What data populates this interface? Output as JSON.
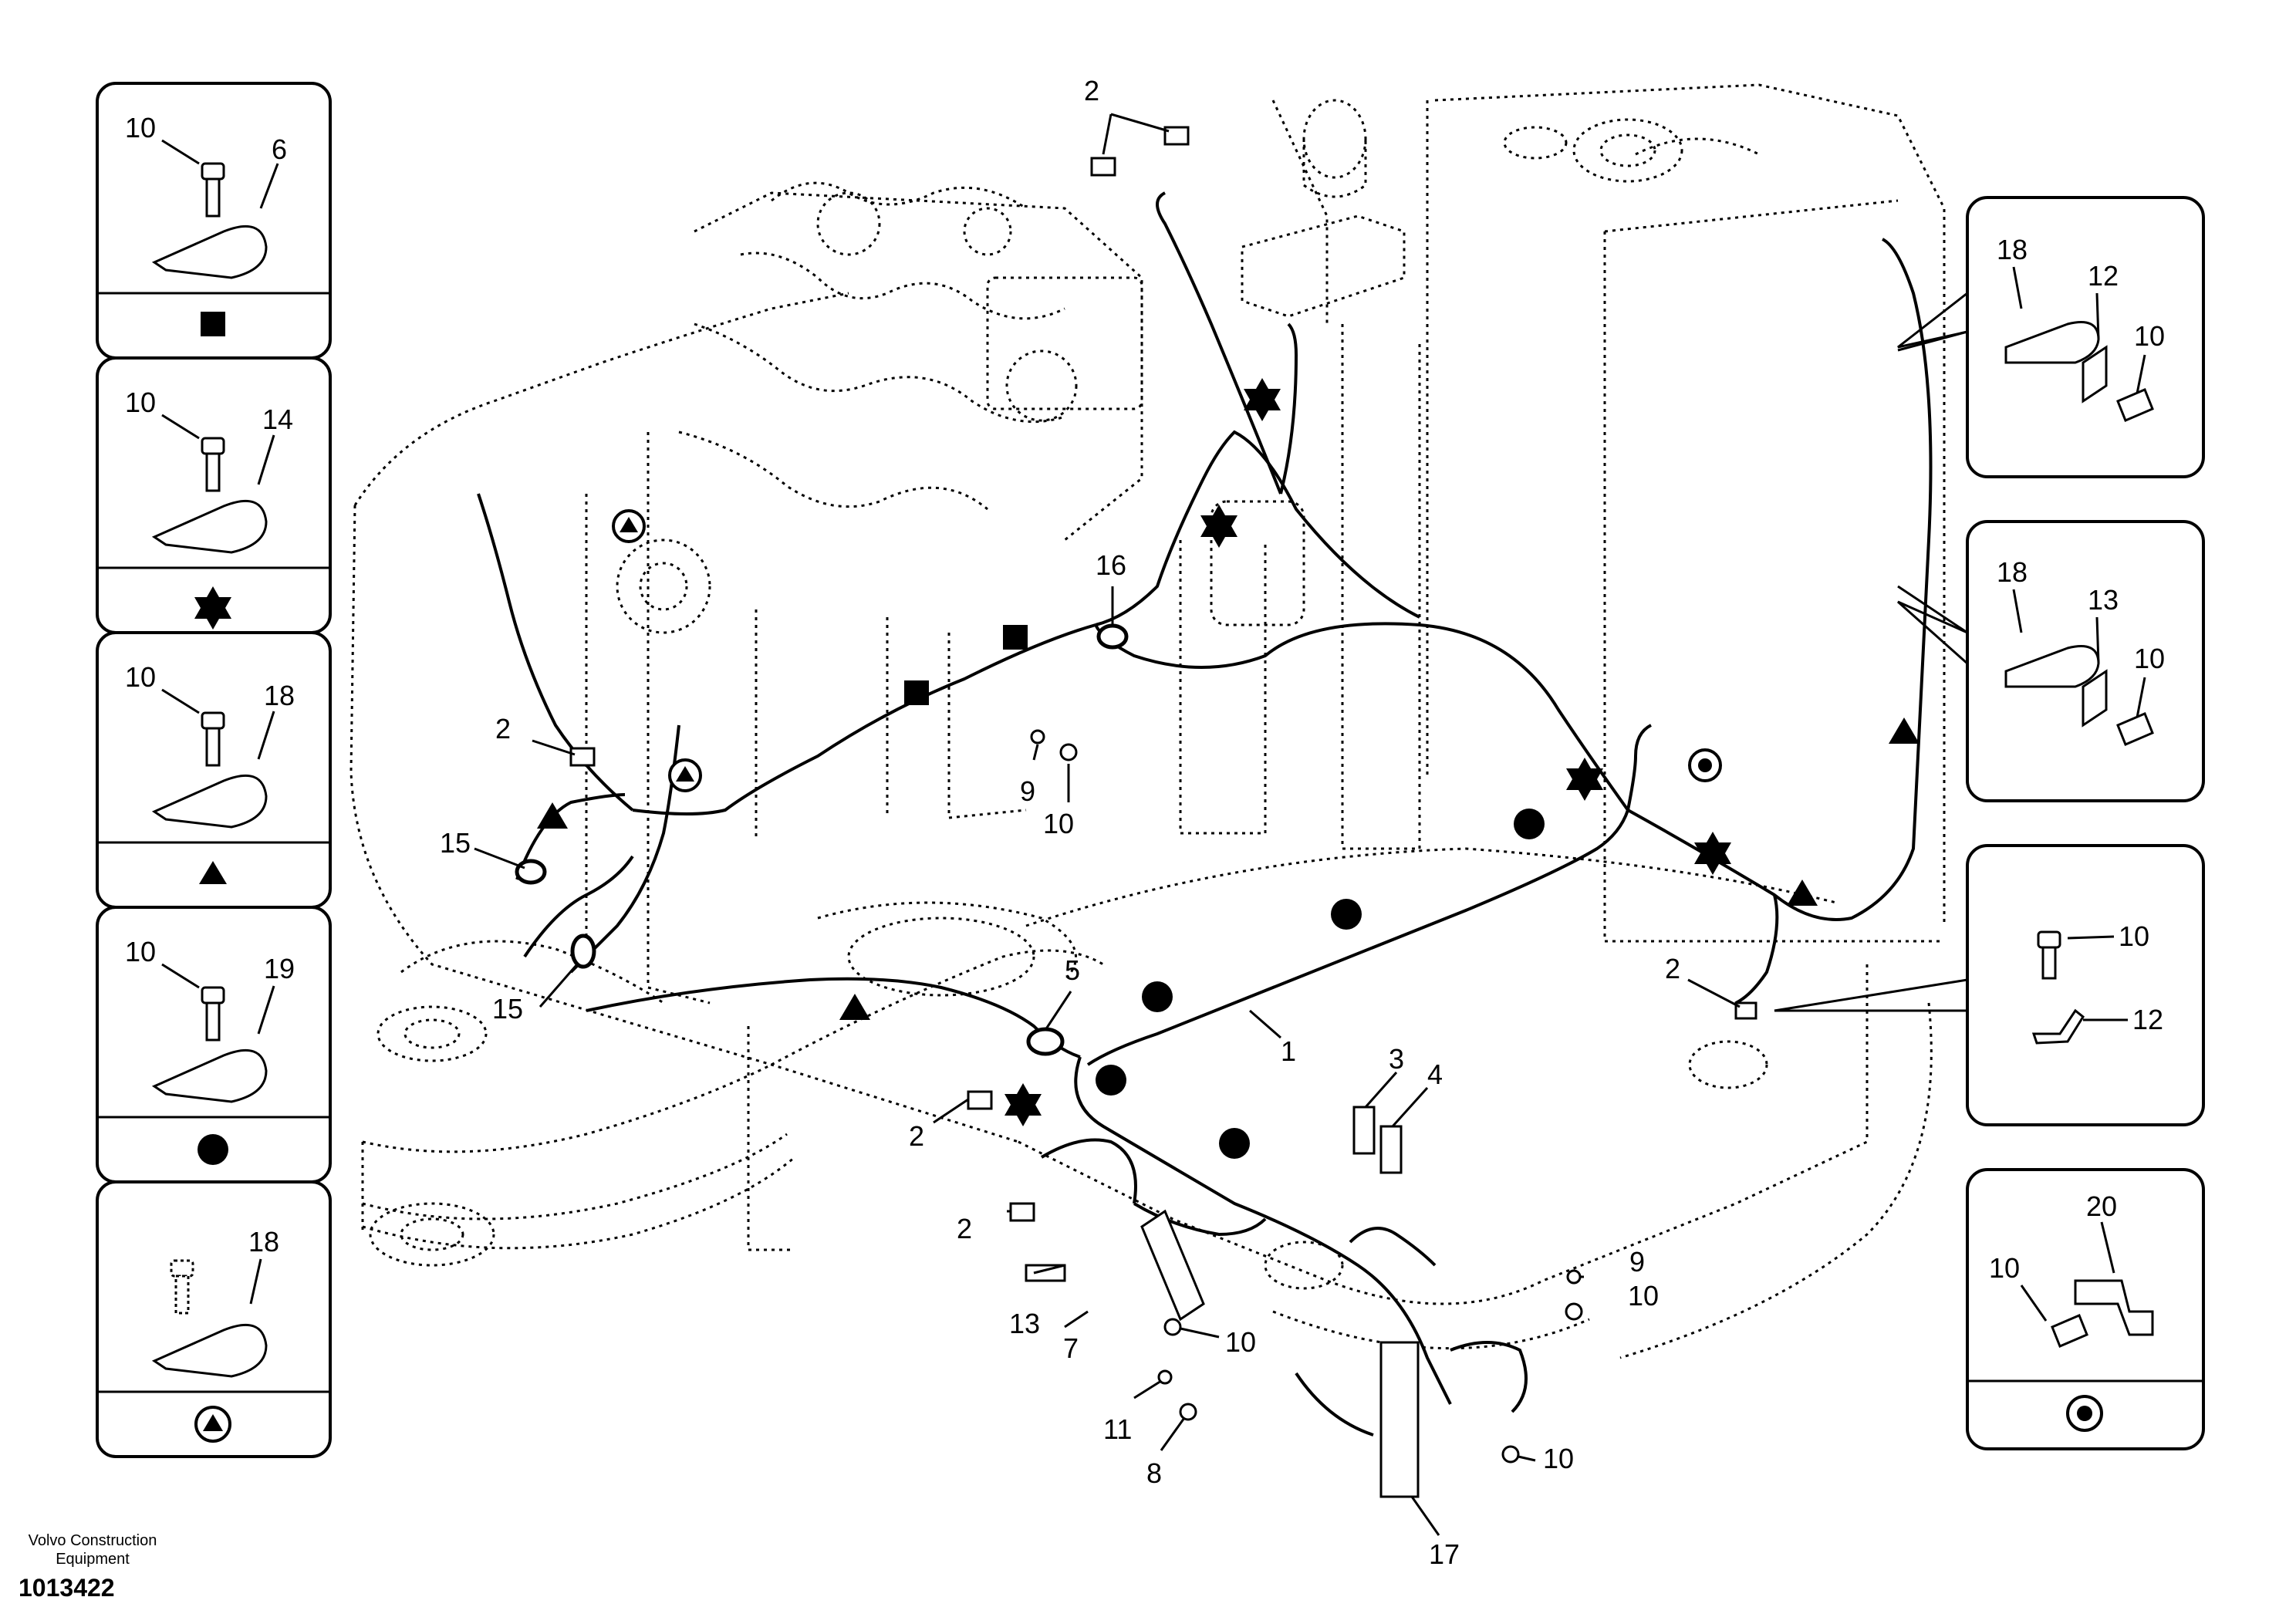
{
  "footer": {
    "company": "Volvo Construction Equipment",
    "drawing_number": "1013422"
  },
  "left_panels": [
    {
      "bolt": "10",
      "clamp": "6",
      "symbol": "square"
    },
    {
      "bolt": "10",
      "clamp": "14",
      "symbol": "star"
    },
    {
      "bolt": "10",
      "clamp": "18",
      "symbol": "triangle"
    },
    {
      "bolt": "10",
      "clamp": "19",
      "symbol": "circle"
    },
    {
      "clamp": "18",
      "symbol": "circled-triangle"
    }
  ],
  "right_panels": [
    {
      "clamp": "18",
      "bracket": "12",
      "bolt": "10"
    },
    {
      "clamp": "18",
      "bracket": "13",
      "bolt": "10"
    },
    {
      "bolt": "10",
      "bracket": "12"
    },
    {
      "bracket": "20",
      "bolt": "10",
      "symbol": "bullseye"
    }
  ],
  "callouts": {
    "c2_top": "2",
    "c16": "16",
    "c2_left": "2",
    "c9_mid": "9",
    "c10_mid": "10",
    "c15_a": "15",
    "c15_b": "15",
    "c5": "5",
    "c1": "1",
    "c3": "3",
    "c4": "4",
    "c2_right": "2",
    "c2_low_a": "2",
    "c2_low_b": "2",
    "c13": "13",
    "c7": "7",
    "c10_bracket": "10",
    "c11": "11",
    "c8": "8",
    "c9_right": "9",
    "c10_right": "10",
    "c10_low": "10",
    "c17": "17"
  }
}
